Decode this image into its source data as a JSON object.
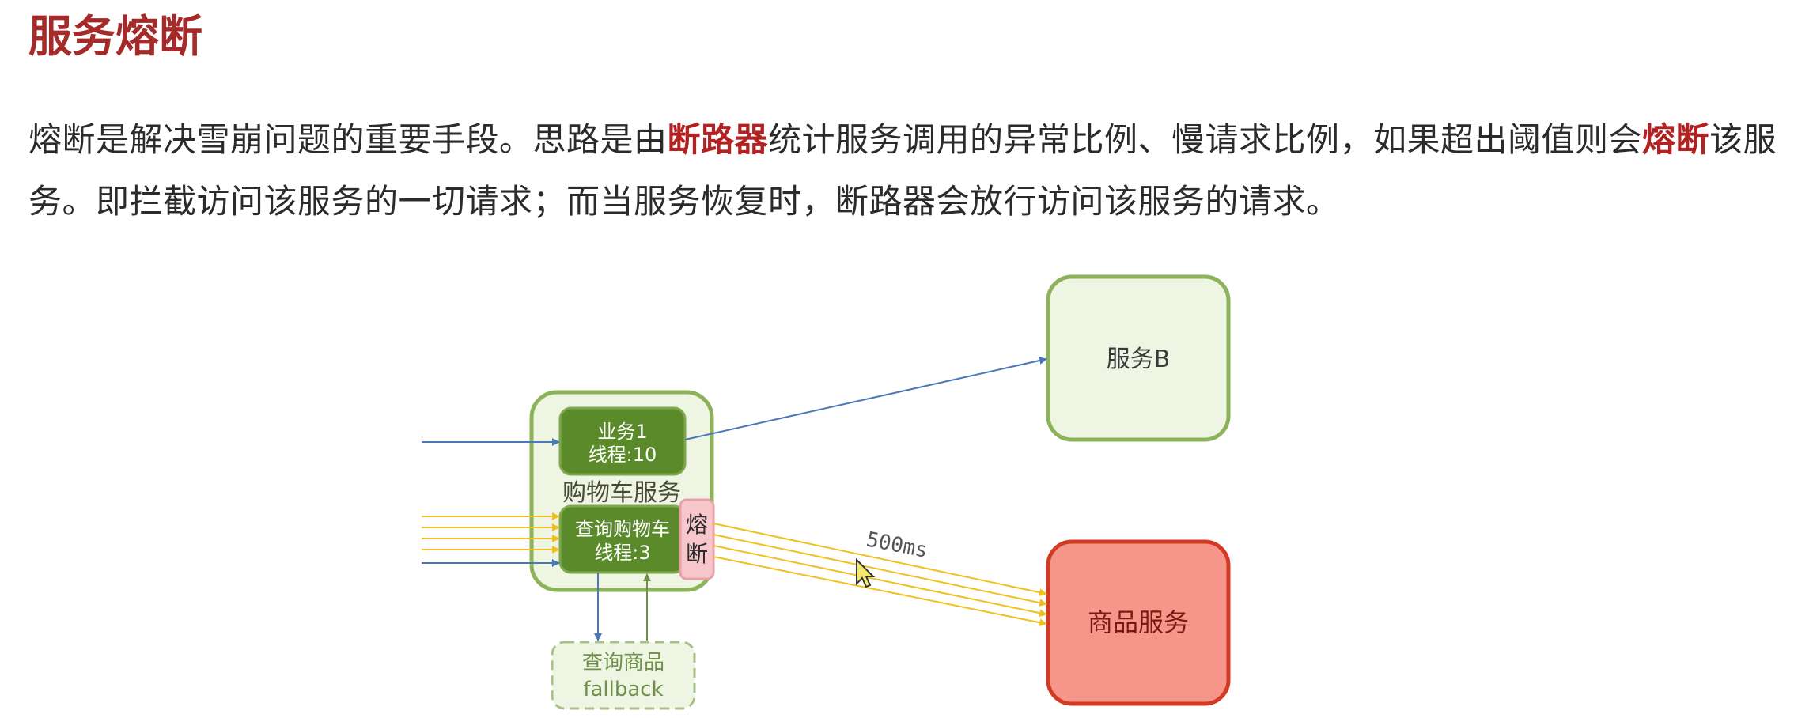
{
  "heading": "服务熔断",
  "paragraph": {
    "t1": "熔断是解决雪崩问题的重要手段。思路是由",
    "h1": "断路器",
    "t2": "统计服务调用的异常比例、慢请求比例，如果超出阈值则会",
    "h2": "熔断",
    "t3": "该服务。即拦截访问该服务的一切请求；而当服务恢复时，断路器会放行访问该服务的请求。"
  },
  "diagram": {
    "cart_service": "购物车服务",
    "biz1": {
      "line1": "业务1",
      "line2": "线程:10"
    },
    "query_cart": {
      "line1": "查询购物车",
      "line2": "线程:3"
    },
    "breaker": {
      "line1": "熔",
      "line2": "断"
    },
    "service_b": "服务B",
    "product_service": "商品服务",
    "fallback": {
      "line1": "查询商品",
      "line2": "fallback"
    },
    "latency": "500ms",
    "colors": {
      "green_border": "#8db35a",
      "green_fill": "#eef5e2",
      "dark_green": "#5b8a2a",
      "red_fill": "#f6968a",
      "red_border": "#d23a22",
      "breaker_fill": "#f8c7cc",
      "arrow_blue": "#4a78b8",
      "arrow_yellow": "#f0c020"
    }
  }
}
